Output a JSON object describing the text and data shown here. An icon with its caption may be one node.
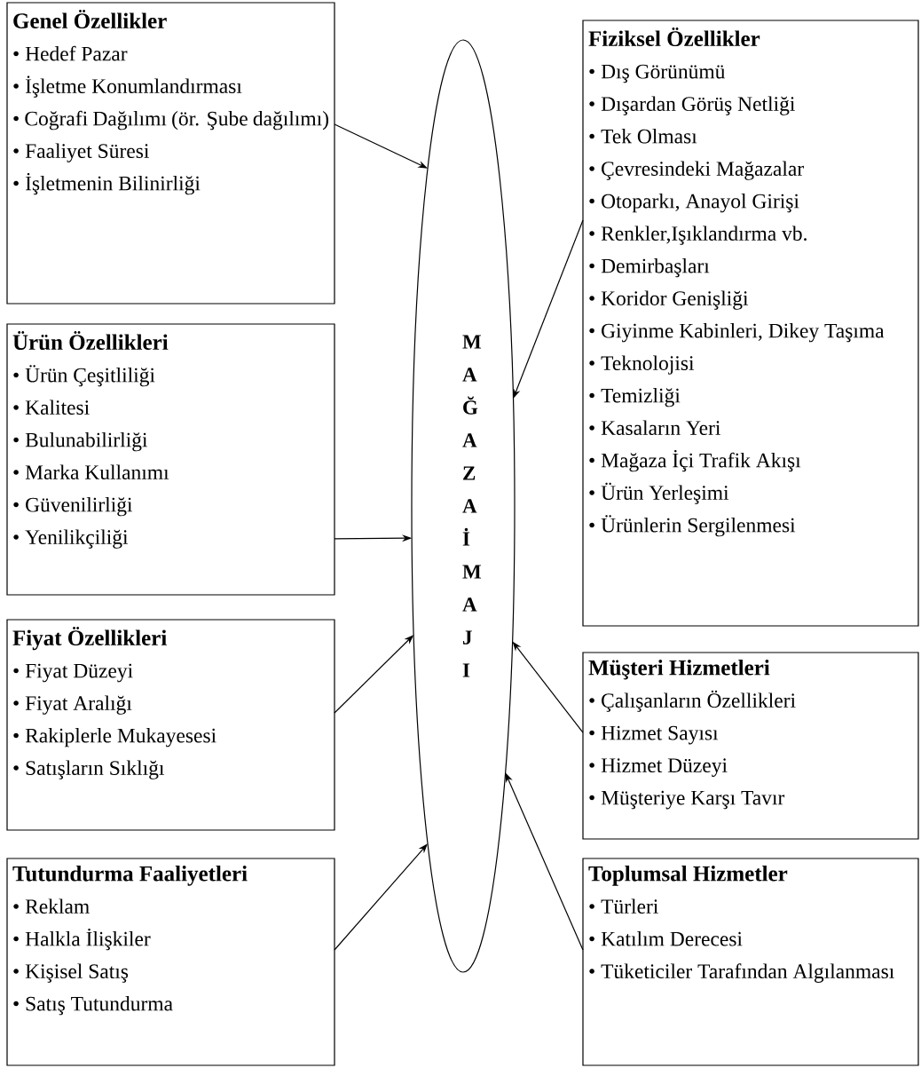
{
  "diagram": {
    "nodes": [
      {
        "text": [
          "Genel Özellikler",
          "• Hedef Pazar",
          "• İşletme Konumlandırması",
          "• Coğrafi Dağılımı (ör. Şube dağılımı)",
          "• Faaliyet Süresi",
          "• İşletmenin Bilinirliği"
        ]
      },
      {
        "text": [
          "Fiziksel Özellikler",
          "• Dış Görünümü",
          "• Dışardan Görüş Netliği",
          "• Tek Olması",
          "• Çevresindeki Mağazalar",
          "• Otoparkı, Anayol Girişi",
          "• Renkler,Işıklandırma vb.",
          "• Demirbaşları",
          "• Koridor Genişliği",
          "• Giyinme Kabinleri, Dikey Taşıma",
          "• Teknolojisi",
          "• Temizliği",
          "• Kasaların Yeri",
          "• Mağaza İçi Trafik Akışı",
          "• Ürün Yerleşimi",
          "• Ürünlerin Sergilenmesi"
        ]
      },
      {
        "text": [
          "Ürün Özellikleri",
          "• Ürün Çeşitliliği",
          "• Kalitesi",
          "• Bulunabilirliği",
          "• Marka Kullanımı",
          "• Güvenilirliği",
          "• Yenilikçiliği"
        ]
      },
      {
        "text": [
          "Fiyat Özellikleri",
          "• Fiyat Düzeyi",
          "• Fiyat Aralığı",
          "• Rakiplerle Mukayesesi",
          "• Satışların Sıklığı"
        ]
      },
      {
        "text": [
          "Müşteri Hizmetleri",
          "• Çalışanların Özellikleri",
          "• Hizmet Sayısı",
          "• Hizmet Düzeyi",
          "• Müşteriye Karşı Tavır"
        ]
      },
      {
        "text": [
          "Tutundurma Faaliyetleri",
          "• Reklam",
          "• Halkla İlişkiler",
          "• Kişisel Satış",
          "• Satış Tutundurma"
        ]
      },
      {
        "text": [
          "Toplumsal Hizmetler",
          "• Türleri",
          "• Katılım Derecesi",
          "• Tüketiciler Tarafından Algılanması"
        ]
      },
      {
        "text": [
          "MAĞAZA İMAJI"
        ]
      }
    ],
    "edges": [
      {
        "from": 0,
        "to": 7,
        "arrow": "to"
      },
      {
        "from": 1,
        "to": 7,
        "arrow": "to"
      },
      {
        "from": 2,
        "to": 7,
        "arrow": "to"
      },
      {
        "from": 3,
        "to": 7,
        "arrow": "to"
      },
      {
        "from": 4,
        "to": 7,
        "arrow": "to"
      },
      {
        "from": 5,
        "to": 7,
        "arrow": "to"
      },
      {
        "from": 6,
        "to": 7,
        "arrow": "to"
      }
    ]
  }
}
